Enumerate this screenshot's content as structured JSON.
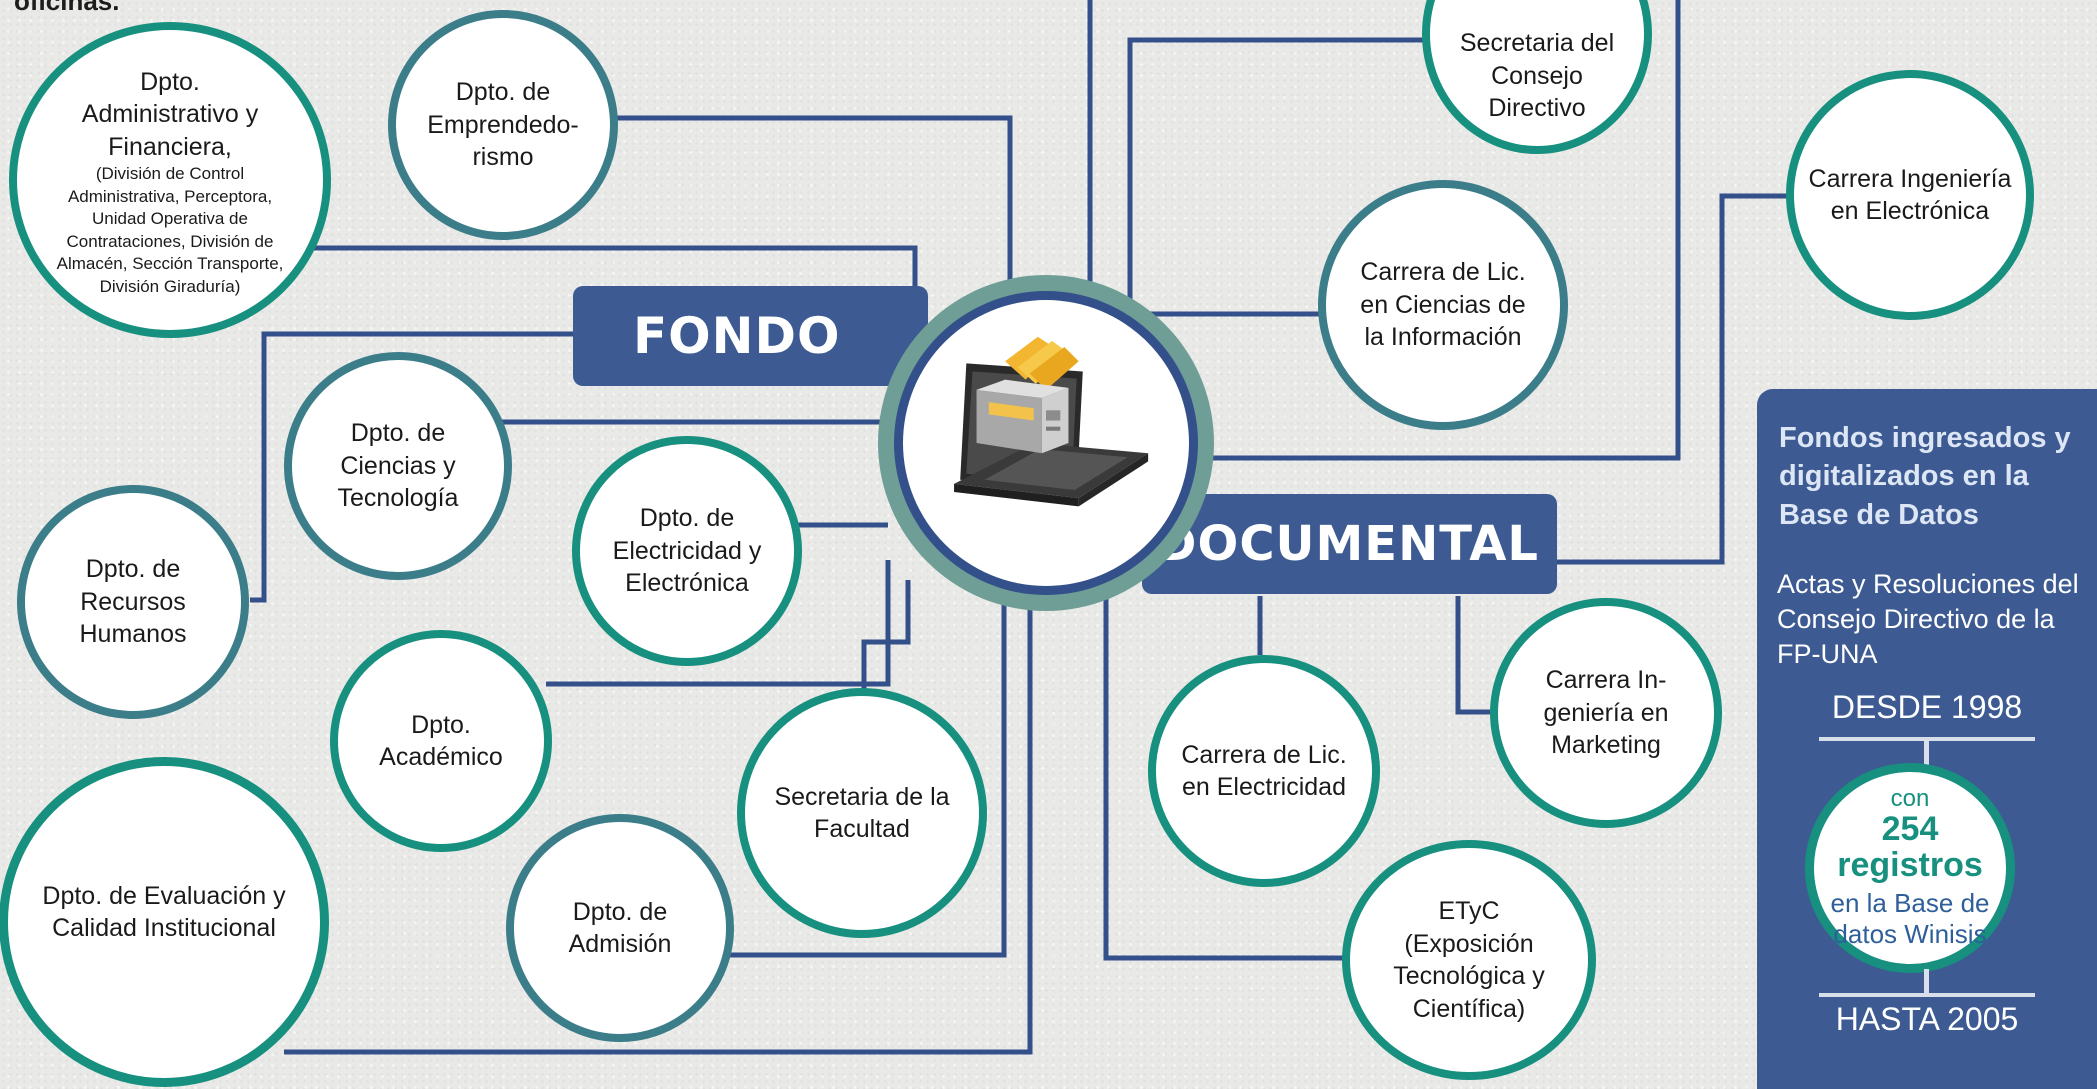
{
  "intro_fragment": "oficinas.",
  "banners": {
    "fondo": "FONDO",
    "documental": "DOCUMENTAL"
  },
  "center_icon": "laptop-file-cabinet-icon",
  "nodes": {
    "administrativo": {
      "title": "Dpto. Administrativo y Financiera,",
      "detail": "(División de Control Administrativa, Perceptora, Unidad  Operativa de Contrataciones, División de Almacén, Sección Transporte,  División Giraduría)"
    },
    "emprendedorismo": "Dpto. de Emprendedo-rismo",
    "secretaria_consejo": "Secretaria del Consejo Directivo",
    "ingenieria_electronica": "Carrera Ingeniería en Electrónica",
    "ciencias_informacion": "Carrera de Lic. en Ciencias de la Información",
    "ciencias_tecnologia": "Dpto. de Ciencias y Tecnología",
    "recursos_humanos": "Dpto. de Recursos Humanos",
    "electricidad_electronica": "Dpto. de Electricidad y Electrónica",
    "academico": "Dpto. Académico",
    "secretaria_facultad": "Secretaria de la Facultad",
    "evaluacion": "Dpto. de  Evaluación y Calidad Institucional",
    "admision": "Dpto. de Admisión",
    "electricidad": "Carrera de Lic. en Electricidad",
    "marketing": "Carrera In-geniería en Marketing",
    "etyc": "ETyC (Exposición Tecnológica y Científica)"
  },
  "panel": {
    "title": "Fondos ingresados y digitalizados en la Base de Datos",
    "text": "Actas y Resoluciones del Consejo Directivo de la FP-UNA",
    "from": "DESDE 1998",
    "count_prefix": "con",
    "count": "254",
    "count_unit": "registros",
    "count_suffix": "en la Base de datos Winisis",
    "until": "HASTA 2005"
  },
  "colors": {
    "navy": "#3d5b92",
    "teal": "#17907f",
    "slate": "#3c7d8a",
    "line": "#34508a"
  }
}
